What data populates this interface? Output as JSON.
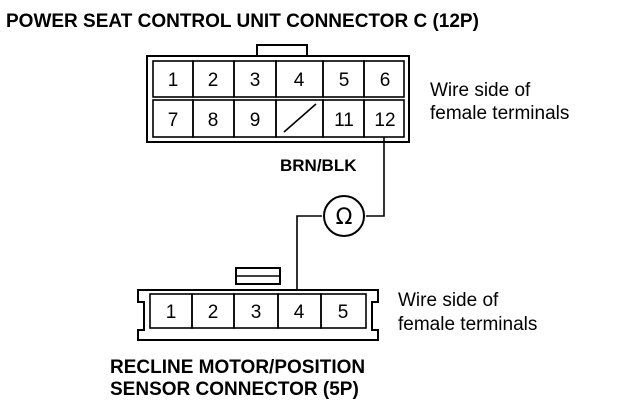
{
  "top_connector": {
    "title": "POWER SEAT CONTROL UNIT CONNECTOR C (12P)",
    "row1": [
      "1",
      "2",
      "3",
      "4",
      "5",
      "6"
    ],
    "row2": [
      "7",
      "8",
      "9",
      "",
      "11",
      "12"
    ],
    "side_label_line1": "Wire side of",
    "side_label_line2": "female terminals"
  },
  "wire": {
    "label": "BRN/BLK"
  },
  "meter": {
    "symbol": "Ω",
    "icon": "ohmmeter-icon"
  },
  "bottom_connector": {
    "pins": [
      "1",
      "2",
      "3",
      "4",
      "5"
    ],
    "side_label_line1": "Wire side of",
    "side_label_line2": "female terminals",
    "title_line1": "RECLINE MOTOR/POSITION",
    "title_line2": "SENSOR CONNECTOR (5P)"
  }
}
